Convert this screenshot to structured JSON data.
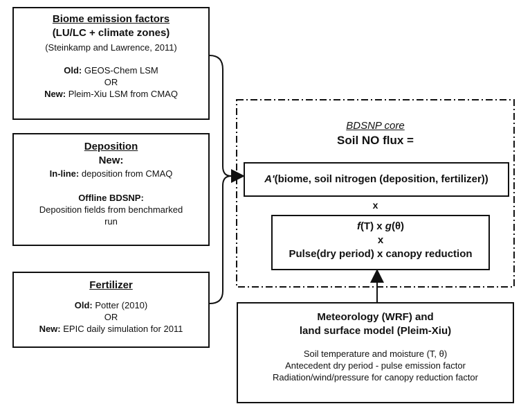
{
  "biome": {
    "title": "Biome emission factors",
    "subtitle": "(LU/LC + climate zones)",
    "citation": "(Steinkamp and Lawrence, 2011)",
    "old_prefix": "Old:",
    "old_text": " GEOS-Chem LSM",
    "or": "OR",
    "new_prefix": "New:",
    "new_text": " Pleim-Xiu LSM from CMAQ"
  },
  "deposition": {
    "title": "Deposition",
    "new_heading": "New:",
    "inline_prefix": "In-line:",
    "inline_text": " deposition from CMAQ",
    "offline_heading": "Offline BDSNP:",
    "offline_text_1": "Deposition fields from benchmarked",
    "offline_text_2": "run"
  },
  "fertilizer": {
    "title": "Fertilizer",
    "old_prefix": "Old:",
    "old_text": " Potter (2010)",
    "or": "OR",
    "new_prefix": "New:",
    "new_text": " EPIC daily simulation for 2011"
  },
  "core": {
    "label": "BDSNP core",
    "title": "Soil NO flux =",
    "a_prime": "A'",
    "formula": "(biome, soil nitrogen (deposition, fertilizer))",
    "times_1": "x",
    "f_t": "f",
    "f_t_rest": "(T) x ",
    "g_theta": "g",
    "g_theta_rest": "(θ)",
    "times_2": "x",
    "pulse": "Pulse(dry period) x canopy reduction"
  },
  "meteorology": {
    "title_1": "Meteorology (WRF) and",
    "title_2": "land surface model (Pleim-Xiu)",
    "line_1": "Soil temperature and moisture (T, θ)",
    "line_2": "Antecedent dry period - pulse emission factor",
    "line_3": "Radiation/wind/pressure for canopy reduction factor"
  }
}
